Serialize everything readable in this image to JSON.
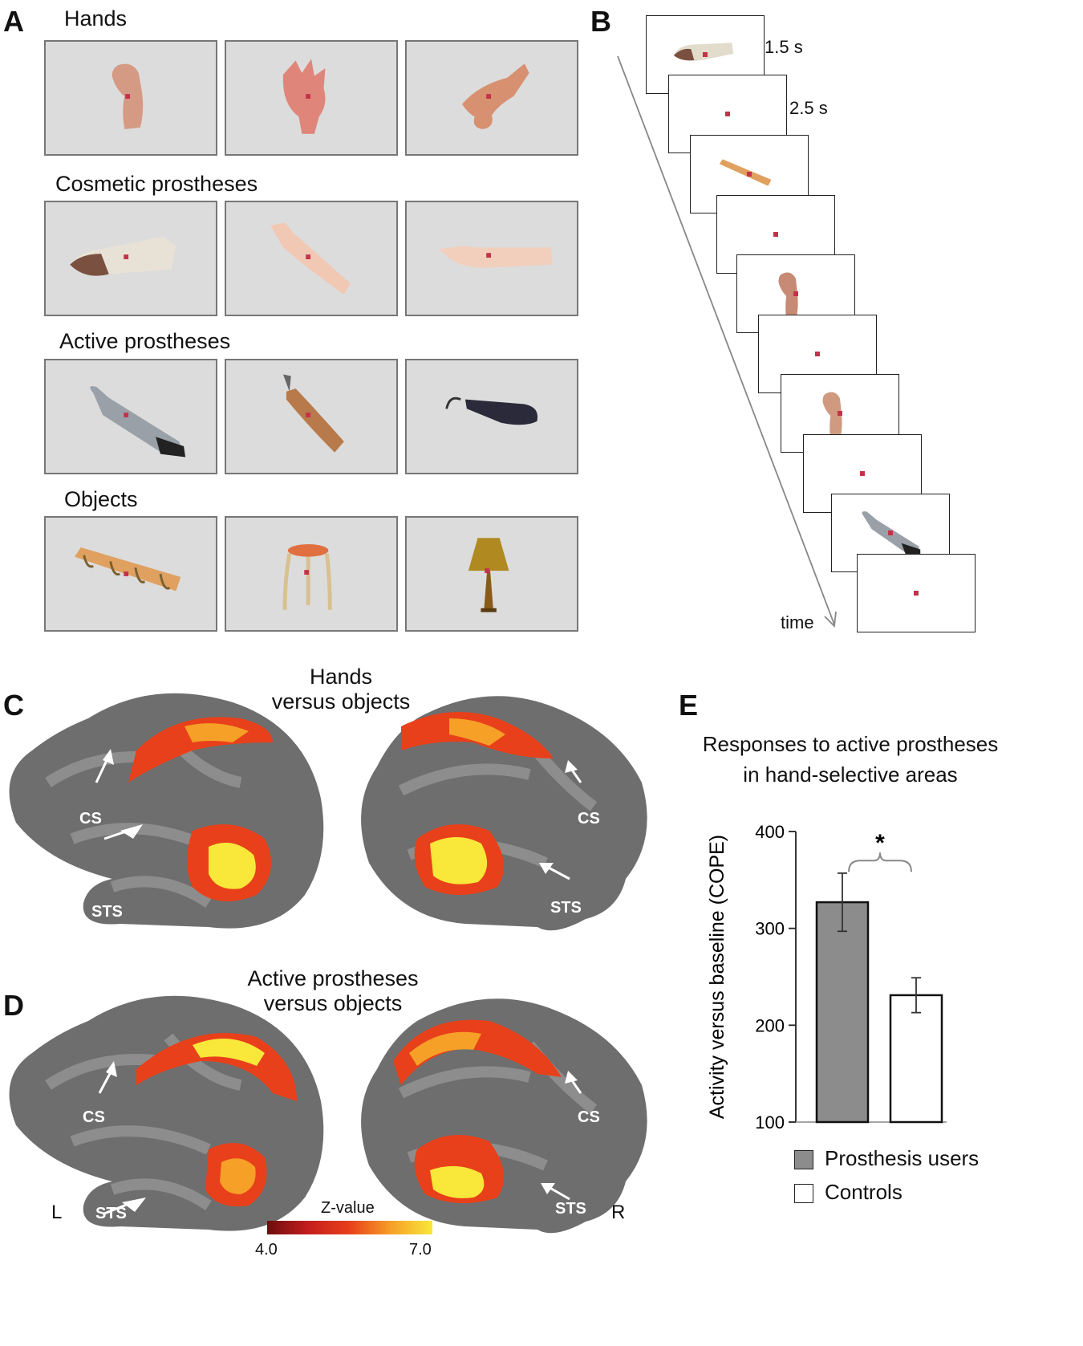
{
  "panels": {
    "a": "A",
    "b": "B",
    "c": "C",
    "d": "D",
    "e": "E"
  },
  "stimuli": {
    "categories": [
      {
        "label": "Hands"
      },
      {
        "label": "Cosmetic prostheses"
      },
      {
        "label": "Active prostheses"
      },
      {
        "label": "Objects"
      }
    ]
  },
  "sequence": {
    "durations": [
      "1.5 s",
      "2.5 s"
    ],
    "time_label": "time"
  },
  "brains": {
    "c_title_line1": "Hands",
    "c_title_line2": "versus objects",
    "d_title_line1": "Active prostheses",
    "d_title_line2": "versus objects",
    "cs": "CS",
    "sts": "STS",
    "left": "L",
    "right": "R",
    "colorbar": {
      "label": "Z-value",
      "min": "4.0",
      "max": "7.0",
      "colors": [
        "#6e0e0e",
        "#c41e1e",
        "#e8401a",
        "#f6a028",
        "#f9e83a"
      ]
    }
  },
  "chart_data": {
    "type": "bar",
    "title": "Responses to active prostheses in hand-selective areas",
    "title_line1": "Responses to active prostheses",
    "title_line2": "in hand-selective areas",
    "ylabel": "Activity versus baseline (COPE)",
    "ylim": [
      100,
      400
    ],
    "yticks": [
      "100",
      "200",
      "300",
      "400"
    ],
    "categories": [
      "Prosthesis users",
      "Controls"
    ],
    "values": [
      327,
      231
    ],
    "errors": [
      30,
      18
    ],
    "colors": [
      "#8c8c8c",
      "#ffffff"
    ],
    "significance": "*",
    "legend": [
      {
        "label": "Prosthesis users",
        "color": "#8c8c8c"
      },
      {
        "label": "Controls",
        "color": "#ffffff"
      }
    ]
  }
}
